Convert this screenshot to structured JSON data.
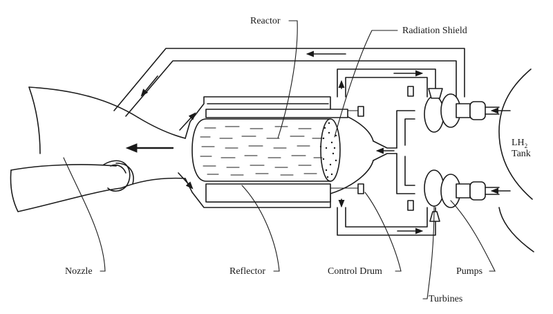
{
  "labels": {
    "reactor": "Reactor",
    "radiation_shield": "Radiation Shield",
    "lh2": "LH",
    "lh2_sub": "2",
    "tank": "Tank",
    "nozzle": "Nozzle",
    "reflector": "Reflector",
    "control_drum": "Control Drum",
    "pumps": "Pumps",
    "turbines": "Turbines"
  }
}
